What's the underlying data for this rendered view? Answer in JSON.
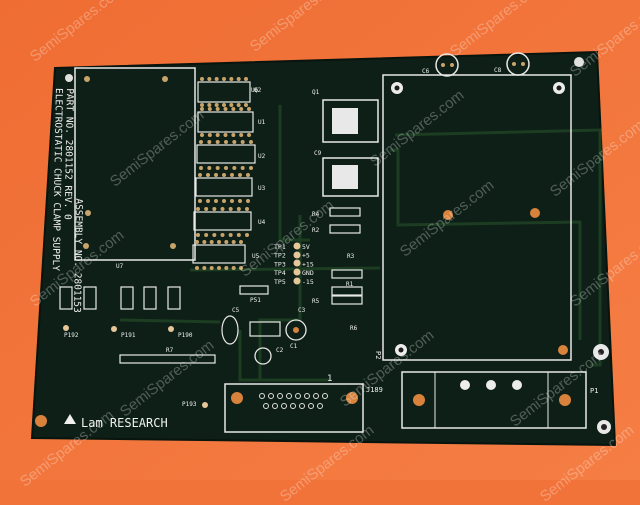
{
  "board": {
    "title_line1": "ELECTROSTATIC CHUCK CLAMP SUPPLY",
    "title_line2": "PART NO. 2801152 REV. 0",
    "title_line3": "ASSEMBLY NO. 2801153",
    "brand": "Lam RESEARCH",
    "connector_j189": "J189",
    "connector_p1": "P1",
    "connector_p2": "P2",
    "pin_one": "1",
    "refs": [
      "P192",
      "P191",
      "P190",
      "P193",
      "R7",
      "R4",
      "R2",
      "R3",
      "R1",
      "R5",
      "C1",
      "C2",
      "C3",
      "C5",
      "C6",
      "C8",
      "C9",
      "Q1",
      "Q2",
      "U1",
      "U2",
      "U3",
      "U4",
      "U5",
      "U6",
      "U7",
      "P51",
      "R6"
    ],
    "testpoints": [
      {
        "tp": "TP1",
        "label": "5V"
      },
      {
        "tp": "TP2",
        "label": "+5"
      },
      {
        "tp": "TP3",
        "label": "+15"
      },
      {
        "tp": "TP4",
        "label": "GND"
      },
      {
        "tp": "TP5",
        "label": "-15"
      }
    ]
  },
  "watermark": "SemiSpares.com",
  "colors": {
    "background": "#f2733a",
    "board": "#0d1f17",
    "silkscreen": "#f0f0f0",
    "copper": "#d8823c",
    "trace": "#1c3d22"
  }
}
